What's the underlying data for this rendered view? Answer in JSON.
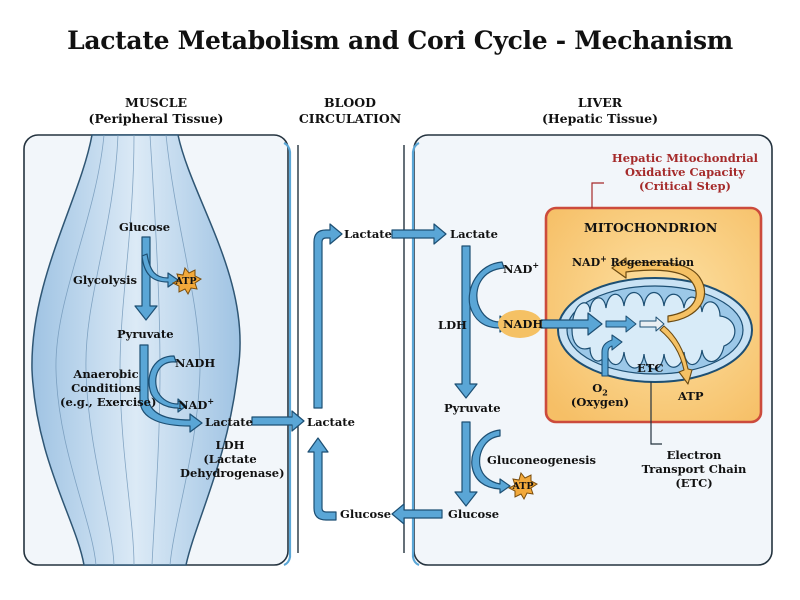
{
  "title": "Lactate Metabolism and Cori Cycle - Mechanism",
  "columns": {
    "muscle": {
      "title": "MUSCLE",
      "subtitle": "(Peripheral Tissue)"
    },
    "blood": {
      "title_line1": "BLOOD",
      "title_line2": "CIRCULATION"
    },
    "liver": {
      "title": "LIVER",
      "subtitle": "(Hepatic Tissue)"
    }
  },
  "muscle": {
    "glucose": "Glucose",
    "glycolysis": "Glycolysis",
    "atp": "ATP",
    "pyruvate": "Pyruvate",
    "conditions_line1": "Anaerobic",
    "conditions_line2": "Conditions",
    "conditions_line3": "(e.g., Exercise)",
    "nadh": "NADH",
    "nad": "NAD",
    "nad_sup": "+",
    "lactate": "Lactate",
    "ldh_line1": "LDH",
    "ldh_line2": "(Lactate",
    "ldh_line3": "Dehydrogenase)"
  },
  "blood": {
    "lactate_top": "Lactate",
    "lactate_mid": "Lactate",
    "glucose": "Glucose"
  },
  "liver": {
    "lactate": "Lactate",
    "nad": "NAD",
    "nad_sup": "+",
    "ldh": "LDH",
    "nadh": "NADH",
    "pyruvate": "Pyruvate",
    "gluconeogenesis": "Gluconeogenesis",
    "atp": "ATP",
    "glucose": "Glucose",
    "callout_line1": "Hepatic Mitochondrial",
    "callout_line2": "Oxidative Capacity",
    "callout_line3": "(Critical Step)",
    "mito_title": "MITOCHONDRION",
    "nad_regen_nad": "NAD",
    "nad_regen_sup": "+",
    "nad_regen_rest": " Regeneration",
    "o2_o": "O",
    "o2_sub": "2",
    "oxygen": "(Oxygen)",
    "etc": "ETC",
    "atp_out": "ATP",
    "etc_label_line1": "Electron",
    "etc_label_line2": "Transport Chain",
    "etc_label_line3": "(ETC)"
  },
  "colors": {
    "arrow_blue": "#5aa6d6",
    "arrow_outline": "#1d4f73",
    "atp_star": "#f2a93b",
    "mito_box": "#f7c873",
    "mito_box_border": "#cc4b3c",
    "nadh_oval": "#f5c164",
    "panel_fill": "#f2f6fa",
    "callout_text": "#a52a2a"
  }
}
